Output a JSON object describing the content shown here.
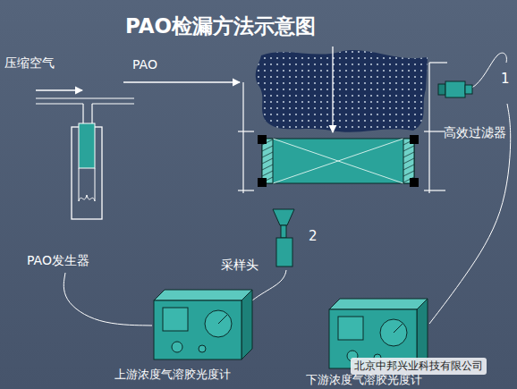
{
  "diagram": {
    "title": "PAO检漏方法示意图",
    "nodes": [
      {
        "text": [
          "高效过滤器"
        ]
      },
      {
        "text": [
          "PAO发生器"
        ]
      },
      {
        "text": [
          "采样头",
          "2"
        ]
      },
      {
        "text": [
          "1"
        ]
      },
      {
        "text": [
          "上游浓度气溶胶光度计"
        ]
      },
      {
        "text": [
          "下游浓度气溶胶光度计"
        ]
      }
    ],
    "edges": [
      {
        "from": 1,
        "to": 4,
        "arrow": "none"
      },
      {
        "from": 3,
        "to": 5,
        "arrow": "none"
      }
    ],
    "labels": [
      "压缩空气",
      "PAO",
      "北京中邦兴业科技有限公司"
    ]
  }
}
